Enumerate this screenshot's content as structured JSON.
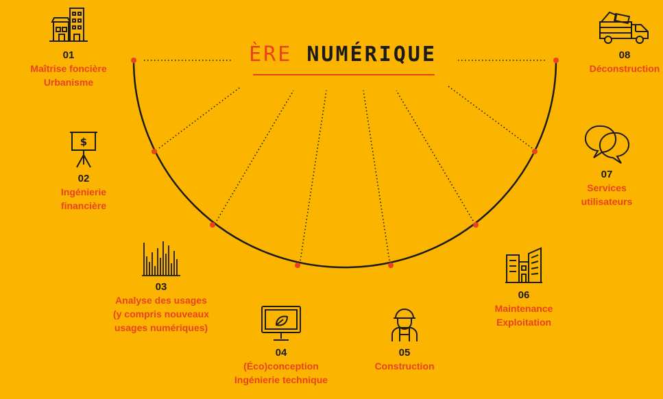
{
  "title": {
    "accent": "ÈRE",
    "main": "NUMÉRIQUE"
  },
  "colors": {
    "background": "#FBB400",
    "accent": "#E8431E",
    "ink": "#1a1a1a"
  },
  "stages": [
    {
      "number": "01",
      "label_lines": [
        "Maîtrise foncière",
        "Urbanisme"
      ],
      "icon": "buildings-icon"
    },
    {
      "number": "02",
      "label_lines": [
        "Ingénierie",
        "financière"
      ],
      "icon": "dollar-presentation-icon"
    },
    {
      "number": "03",
      "label_lines": [
        "Analyse des usages",
        "(y compris nouveaux",
        "usages numériques)"
      ],
      "icon": "bar-histogram-icon"
    },
    {
      "number": "04",
      "label_lines": [
        "(Éco)conception",
        "Ingénierie technique"
      ],
      "icon": "eco-monitor-icon"
    },
    {
      "number": "05",
      "label_lines": [
        "Construction"
      ],
      "icon": "construction-worker-icon"
    },
    {
      "number": "06",
      "label_lines": [
        "Maintenance",
        "Exploitation"
      ],
      "icon": "office-buildings-icon"
    },
    {
      "number": "07",
      "label_lines": [
        "Services",
        "utilisateurs"
      ],
      "icon": "chat-bubbles-icon"
    },
    {
      "number": "08",
      "label_lines": [
        "Déconstruction"
      ],
      "icon": "truck-icon"
    }
  ]
}
